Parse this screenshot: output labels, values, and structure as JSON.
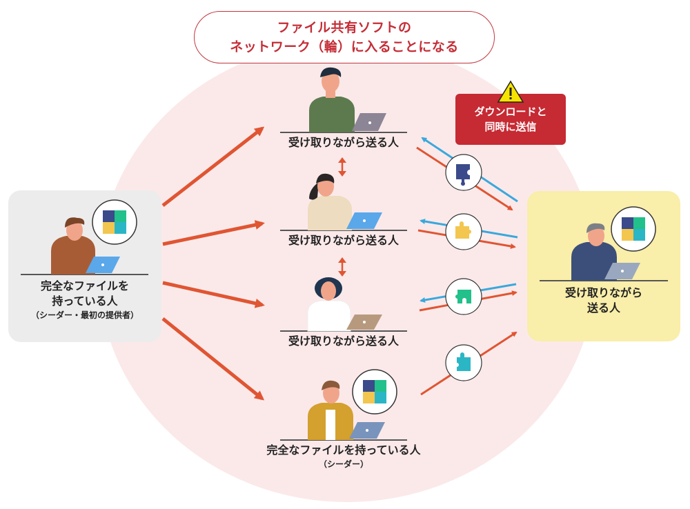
{
  "title": {
    "line1": "ファイル共有ソフトの",
    "line2": "ネットワーク（輪）に入ることになる"
  },
  "warning": {
    "icon": "warning-triangle-icon",
    "line1": "ダウンロードと",
    "line2": "同時に送信"
  },
  "seeder_left": {
    "line1": "完全なファイルを",
    "line2": "持っている人",
    "sub": "（シーダー・最初の提供者）"
  },
  "peers": [
    {
      "label": "受け取りながら送る人"
    },
    {
      "label": "受け取りながら送る人"
    },
    {
      "label": "受け取りながら送る人"
    }
  ],
  "seeder_bottom": {
    "line1": "完全なファイルを持っている人",
    "sub": "（シーダー）"
  },
  "receiver_right": {
    "line1": "受け取りながら",
    "line2": "送る人"
  },
  "colors": {
    "accent_red": "#c42d36",
    "arrow_orange": "#e05532",
    "arrow_blue": "#3aa8dc",
    "network_bg": "#fbe9ea",
    "left_card_bg": "#ececec",
    "right_card_bg": "#f9eeaa",
    "piece_navy": "#3a4a8a",
    "piece_yellow": "#f2c64f",
    "piece_green": "#22c08a",
    "piece_teal": "#2bb6c6"
  }
}
